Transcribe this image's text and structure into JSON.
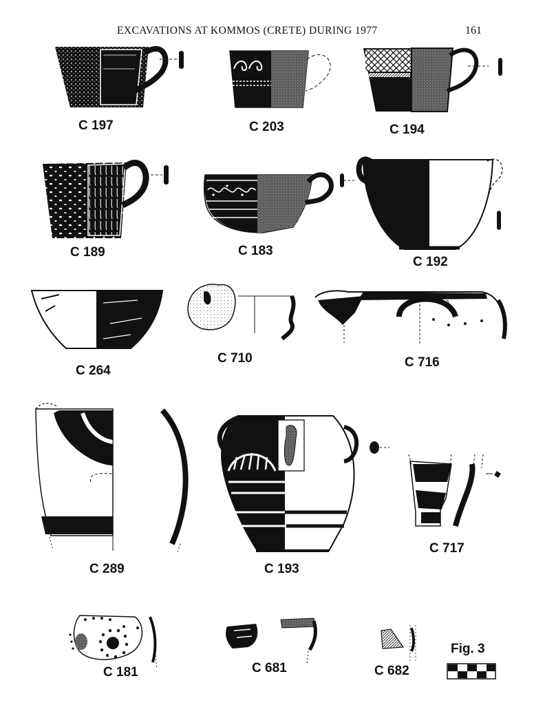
{
  "header": {
    "title": "EXCAVATIONS AT KOMMOS (CRETE) DURING 1977",
    "page_number": "161"
  },
  "figure": {
    "label": "Fig. 3"
  },
  "catalog": {
    "c197": "C 197",
    "c203": "C 203",
    "c194": "C 194",
    "c189": "C 189",
    "c183": "C 183",
    "c192": "C 192",
    "c264": "C 264",
    "c710": "C 710",
    "c716": "C 716",
    "c289": "C 289",
    "c193": "C 193",
    "c717": "C 717",
    "c181": "C 181",
    "c681": "C 681",
    "c682": "C 682"
  },
  "style": {
    "ink": "#111111",
    "paper": "#ffffff"
  }
}
